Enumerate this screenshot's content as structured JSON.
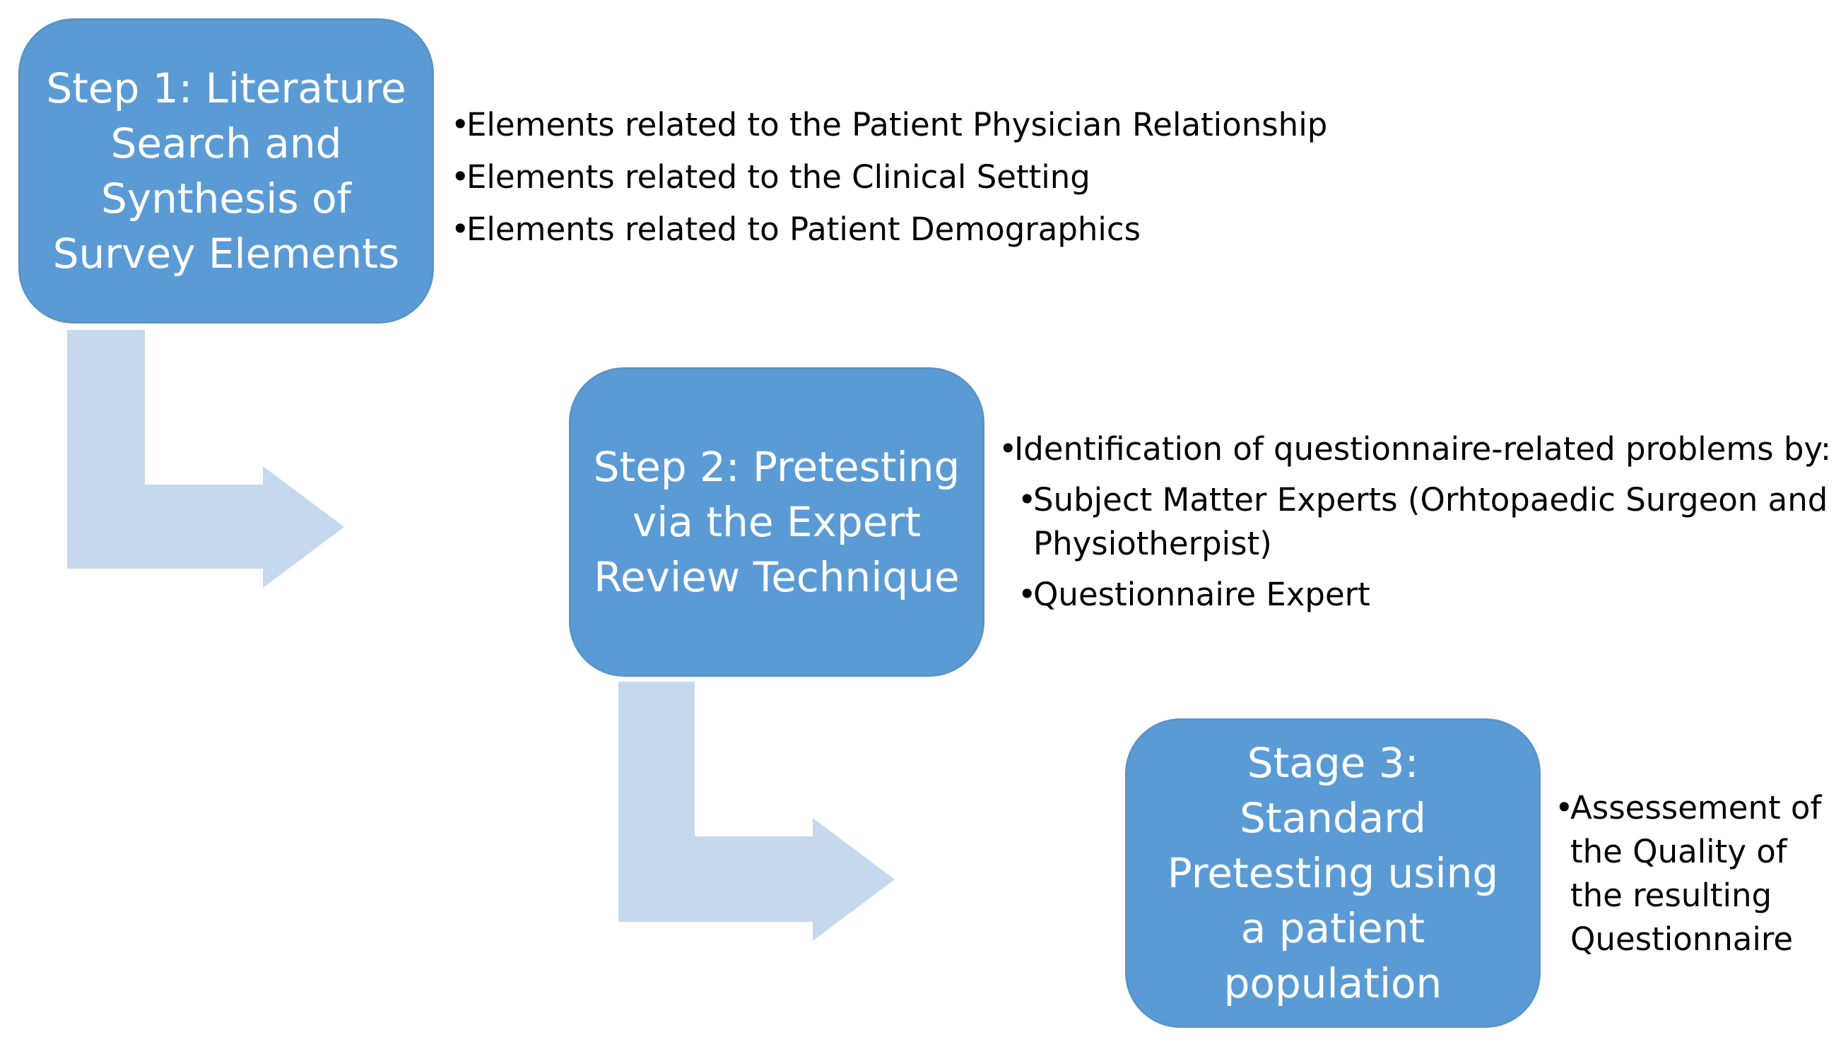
{
  "colors": {
    "box_fill": "#5b9bd5",
    "box_text": "#ffffff",
    "arrow_fill": "#c5d8ee",
    "bullet_text": "#000000"
  },
  "steps": [
    {
      "title": "Step 1: Literature Search and Synthesis of Survey Elements",
      "bullets": [
        {
          "text": "Elements related to the Patient Physician Relationship",
          "level": 1
        },
        {
          "text": "Elements related to the Clinical Setting",
          "level": 1
        },
        {
          "text": "Elements related to Patient Demographics",
          "level": 1
        }
      ]
    },
    {
      "title": "Step 2: Pretesting via the Expert Review Technique",
      "bullets": [
        {
          "text": "Identification of questionnaire-related problems by:",
          "level": 1
        },
        {
          "text": "Subject Matter Experts (Orhtopaedic Surgeon and Physiotherpist)",
          "level": 2
        },
        {
          "text": "Questionnaire Expert",
          "level": 2
        }
      ]
    },
    {
      "title": "Stage 3: Standard Pretesting using a patient population",
      "bullets": [
        {
          "text": "Assessement of the Quality of the resulting Questionnaire",
          "level": 1
        }
      ]
    }
  ],
  "connectors": [
    {
      "from": "step-1",
      "to": "step-2",
      "icon": "bent-arrow-icon"
    },
    {
      "from": "step-2",
      "to": "step-3",
      "icon": "bent-arrow-icon"
    }
  ]
}
